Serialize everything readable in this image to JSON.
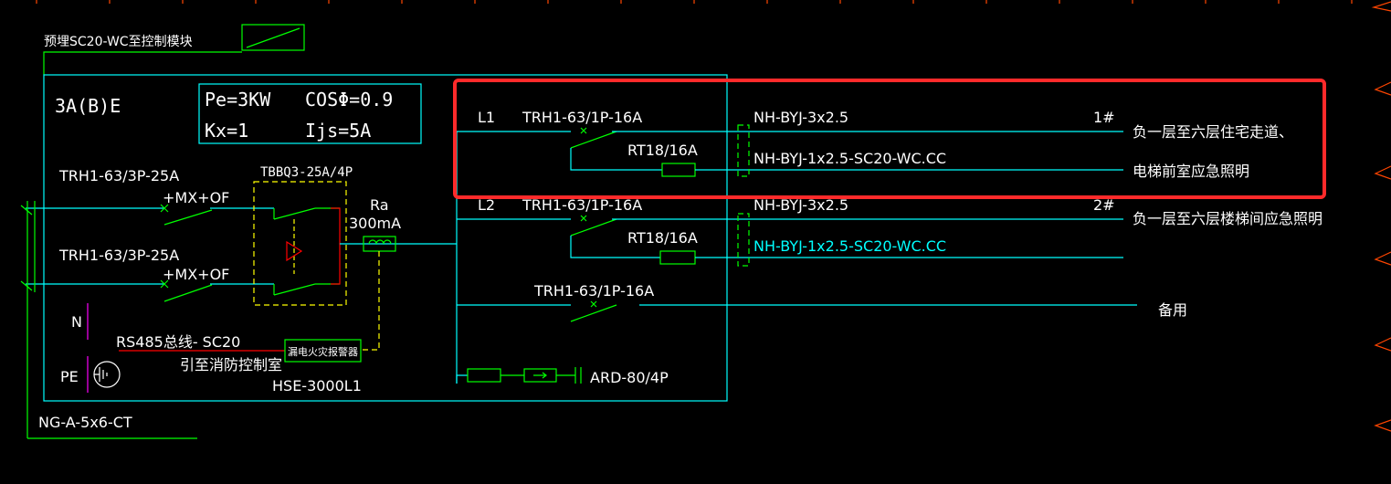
{
  "labels": {
    "embed_note": "预埋SC20-WC至控制模块",
    "panel_id": "3A(B)E",
    "pe": "Pe=3KW",
    "cos": "COSΦ=0.9",
    "kx": "Kx=1",
    "ijs": "Ijs=5A",
    "in_breaker_1": "TRH1-63/3P-25A",
    "in_aux_1": "+MX+OF",
    "in_breaker_2": "TRH1-63/3P-25A",
    "in_aux_2": "+MX+OF",
    "ats": "TBBQ3-25A/4P",
    "rcd_1": "Ra",
    "rcd_2": "300mA",
    "n_label": "N",
    "pe_label": "PE",
    "rs485": "RS485总线- SC20",
    "leak_module": "漏电火灾报警器",
    "to_fire_room": "引至消防控制室",
    "hse": "HSE-3000L1",
    "incoming_cable": "NG-A-5x6-CT",
    "l1": "L1",
    "breaker_l1": "TRH1-63/1P-16A",
    "fuse_l1": "RT18/16A",
    "cable_l1a": "NH-BYJ-3x2.5",
    "cable_l1b": "NH-BYJ-1x2.5-SC20-WC.CC",
    "num_1": "1#",
    "desc_1a": "负一层至六层住宅走道、",
    "desc_1b": "电梯前室应急照明",
    "l2": "L2",
    "breaker_l2": "TRH1-63/1P-16A",
    "fuse_l2": "RT18/16A",
    "cable_l2a": "NH-BYJ-3x2.5",
    "cable_l2b": "NH-BYJ-1x2.5-SC20-WC.CC",
    "num_2": "2#",
    "desc_2": "负一层至六层楼梯间应急照明",
    "breaker_spare": "TRH1-63/1P-16A",
    "spare": "备用",
    "ard": "ARD-80/4P"
  },
  "icons": [
    "ground-symbol-icon",
    "current-transformer-icon",
    "breaker-switch-icon",
    "fuse-icon",
    "highlight-box"
  ],
  "colors": {
    "background": "#000000",
    "wire": "#00ffff",
    "device": "#00ff00",
    "ats_box": "#ffff00",
    "highlight": "#ff2a2a",
    "pe_wire": "#ff00ff",
    "edge_marks": "#ff4500"
  }
}
